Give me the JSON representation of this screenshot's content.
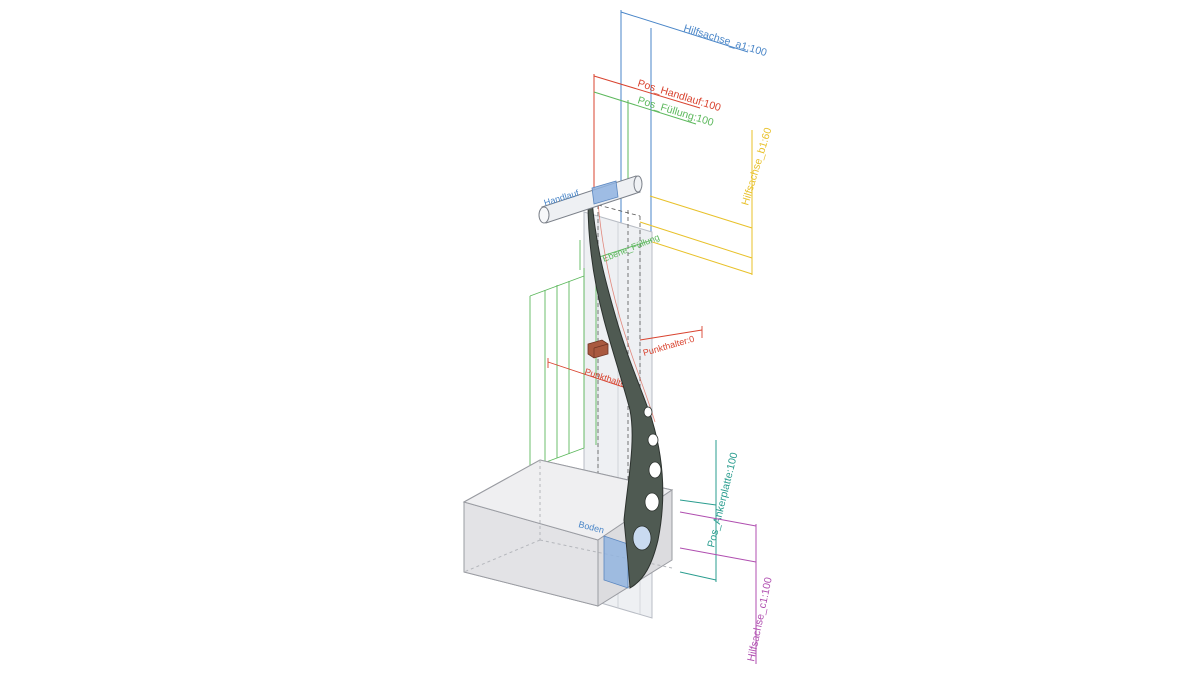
{
  "colors": {
    "blue": "#4a86c8",
    "red": "#d9432f",
    "green": "#5cb85c",
    "yellow": "#e8c12a",
    "teal": "#2a9d8f",
    "magenta": "#b04fb0",
    "post": "#4f5a52",
    "concrete": "#e6e6e8",
    "plate": "#8fb3e0"
  },
  "labels": {
    "hilfsachse_a": "Hilfsachse_a1:100",
    "pos_handlauf": "Pos_Handlauf:100",
    "pos_fuellung": "Pos_Füllung:100",
    "hilfsachse_b": "Hilfsachse_b1:60",
    "handlauf": "Handlauf",
    "ebene_fuellung": "Ebene_Füllung",
    "punkthalter_a": "Punkthalter:0",
    "punkthalter_b": "Punkthalter:0",
    "boden": "Boden",
    "pos_ankerplatte": "Pos_Ankerplatte:100",
    "hilfsachse_c": "Hilfsachse_c1:100"
  },
  "icons": {
    "handrail": "cylinder-handrail-icon",
    "post": "curved-baluster-post-icon",
    "clamp": "glass-clamp-block-icon",
    "floor": "concrete-floor-slab-icon",
    "anchor": "anchor-plate-icon"
  }
}
